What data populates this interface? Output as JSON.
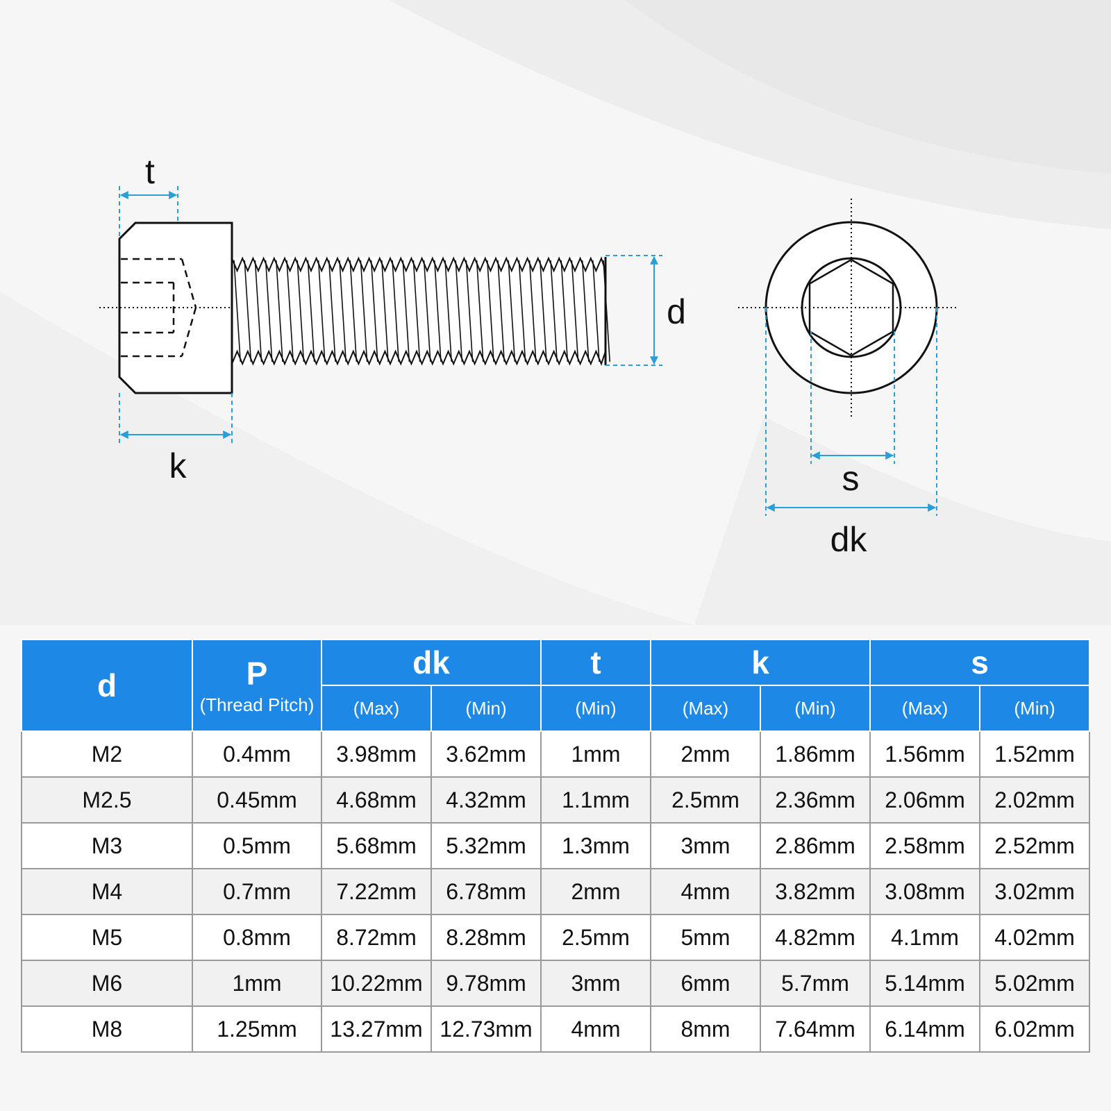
{
  "colors": {
    "accent": "#1d88e5",
    "dimension_line": "#2a9fd6",
    "outline": "#111111"
  },
  "diagram": {
    "labels": {
      "t": "t",
      "k": "k",
      "d": "d",
      "s": "s",
      "dk": "dk"
    }
  },
  "table": {
    "header": {
      "d": "d",
      "p": "P",
      "p_sub": "(Thread Pitch)",
      "dk": "dk",
      "t": "t",
      "k": "k",
      "s": "s",
      "sub": [
        "(Max)",
        "(Min)",
        "(Min)",
        "(Max)",
        "(Min)",
        "(Max)",
        "(Min)"
      ]
    },
    "rows": [
      [
        "M2",
        "0.4mm",
        "3.98mm",
        "3.62mm",
        "1mm",
        "2mm",
        "1.86mm",
        "1.56mm",
        "1.52mm"
      ],
      [
        "M2.5",
        "0.45mm",
        "4.68mm",
        "4.32mm",
        "1.1mm",
        "2.5mm",
        "2.36mm",
        "2.06mm",
        "2.02mm"
      ],
      [
        "M3",
        "0.5mm",
        "5.68mm",
        "5.32mm",
        "1.3mm",
        "3mm",
        "2.86mm",
        "2.58mm",
        "2.52mm"
      ],
      [
        "M4",
        "0.7mm",
        "7.22mm",
        "6.78mm",
        "2mm",
        "4mm",
        "3.82mm",
        "3.08mm",
        "3.02mm"
      ],
      [
        "M5",
        "0.8mm",
        "8.72mm",
        "8.28mm",
        "2.5mm",
        "5mm",
        "4.82mm",
        "4.1mm",
        "4.02mm"
      ],
      [
        "M6",
        "1mm",
        "10.22mm",
        "9.78mm",
        "3mm",
        "6mm",
        "5.7mm",
        "5.14mm",
        "5.02mm"
      ],
      [
        "M8",
        "1.25mm",
        "13.27mm",
        "12.73mm",
        "4mm",
        "8mm",
        "7.64mm",
        "6.14mm",
        "6.02mm"
      ]
    ]
  }
}
